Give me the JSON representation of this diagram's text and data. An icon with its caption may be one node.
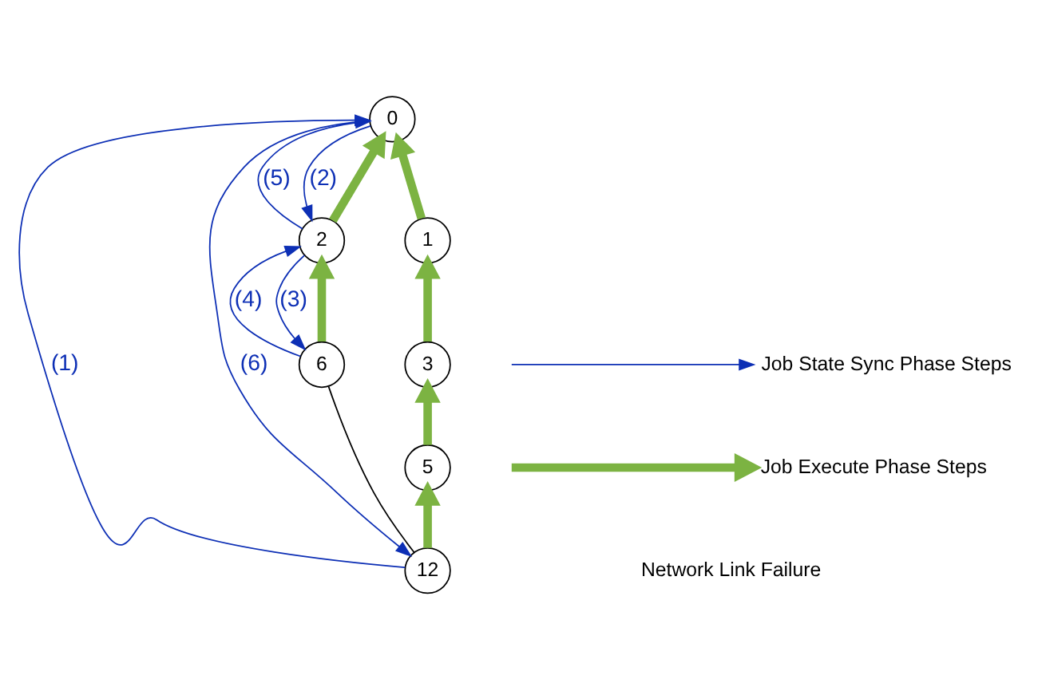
{
  "diagram": {
    "nodes": [
      {
        "text": [
          "0"
        ]
      },
      {
        "text": [
          "1"
        ]
      },
      {
        "text": [
          "2"
        ]
      },
      {
        "text": [
          "3"
        ]
      },
      {
        "text": [
          "6"
        ]
      },
      {
        "text": [
          "5"
        ]
      },
      {
        "text": [
          "12"
        ]
      }
    ],
    "edges": [
      {
        "from": 1,
        "to": 0,
        "arrow": "to",
        "style": "thick",
        "color": "#7cb342"
      },
      {
        "from": 3,
        "to": 1,
        "arrow": "to",
        "style": "thick",
        "color": "#7cb342"
      },
      {
        "from": 5,
        "to": 3,
        "arrow": "to",
        "style": "thick",
        "color": "#7cb342"
      },
      {
        "from": 6,
        "to": 5,
        "arrow": "to",
        "style": "thick",
        "color": "#7cb342"
      },
      {
        "from": 4,
        "to": 2,
        "arrow": "to",
        "style": "thick",
        "color": "#7cb342"
      },
      {
        "from": 2,
        "to": 0,
        "arrow": "to",
        "style": "thick",
        "color": "#7cb342"
      },
      {
        "from": 6,
        "to": 0,
        "arrow": "to",
        "label": "(1)",
        "color": "#0d2fb5"
      },
      {
        "from": 0,
        "to": 2,
        "arrow": "to",
        "label": "(2)",
        "color": "#0d2fb5"
      },
      {
        "from": 2,
        "to": 4,
        "arrow": "to",
        "label": "(3)",
        "color": "#0d2fb5"
      },
      {
        "from": 4,
        "to": 2,
        "arrow": "to",
        "label": "(4)",
        "color": "#0d2fb5"
      },
      {
        "from": 2,
        "to": 0,
        "arrow": "to",
        "label": "(5)",
        "color": "#0d2fb5"
      },
      {
        "from": 0,
        "to": 6,
        "arrow": "to",
        "label": "(6)",
        "color": "#0d2fb5"
      },
      {
        "from": 4,
        "to": 6,
        "arrow": "none",
        "color": "#000000"
      }
    ],
    "legend": [
      {
        "text": "Job State Sync Phase Steps"
      },
      {
        "text": "Job Execute Phase Steps"
      },
      {
        "text": "Network Link Failure"
      }
    ]
  }
}
